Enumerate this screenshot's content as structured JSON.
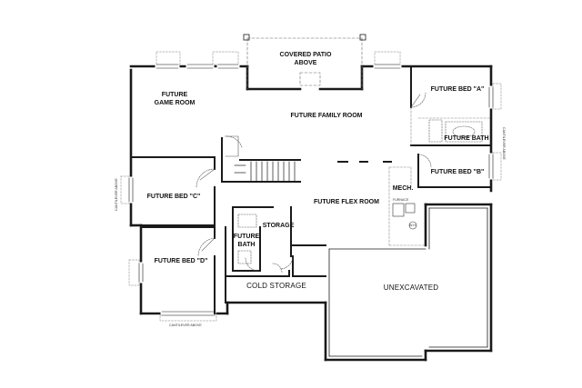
{
  "rooms": {
    "covered_patio_1": "COVERED PATIO",
    "covered_patio_2": "ABOVE",
    "game_room_1": "FUTURE",
    "game_room_2": "GAME ROOM",
    "family_room": "FUTURE FAMILY ROOM",
    "bed_a": "FUTURE BED \"A\"",
    "bath_right": "FUTURE BATH",
    "bed_b": "FUTURE BED \"B\"",
    "bed_c": "FUTURE BED \"C\"",
    "mech": "MECH.",
    "flex_room": "FUTURE FLEX ROOM",
    "storage": "STORAGE",
    "bath_small_1": "FUTURE",
    "bath_small_2": "BATH",
    "bed_d": "FUTURE BED \"D\"",
    "cold_storage": "COLD STORAGE",
    "unexcavated": "UNEXCAVATED"
  },
  "annotations": {
    "cantilever_left": "CANTILEVER ABOVE",
    "cantilever_right": "CANTILEVER ABOVE",
    "cantilever_bottom": "CANTILEVER ABOVE",
    "furnace": "FURNACE",
    "wh": "W.H."
  }
}
